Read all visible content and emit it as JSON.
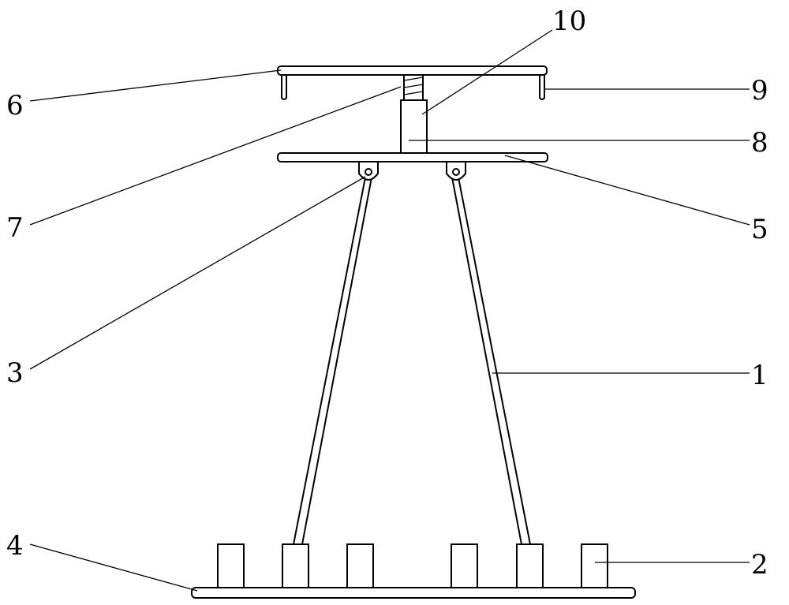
{
  "figure": {
    "labels": {
      "l1": "1",
      "l2": "2",
      "l3": "3",
      "l4": "4",
      "l5": "5",
      "l6": "6",
      "l7": "7",
      "l8": "8",
      "l9": "9",
      "l10": "10"
    }
  }
}
